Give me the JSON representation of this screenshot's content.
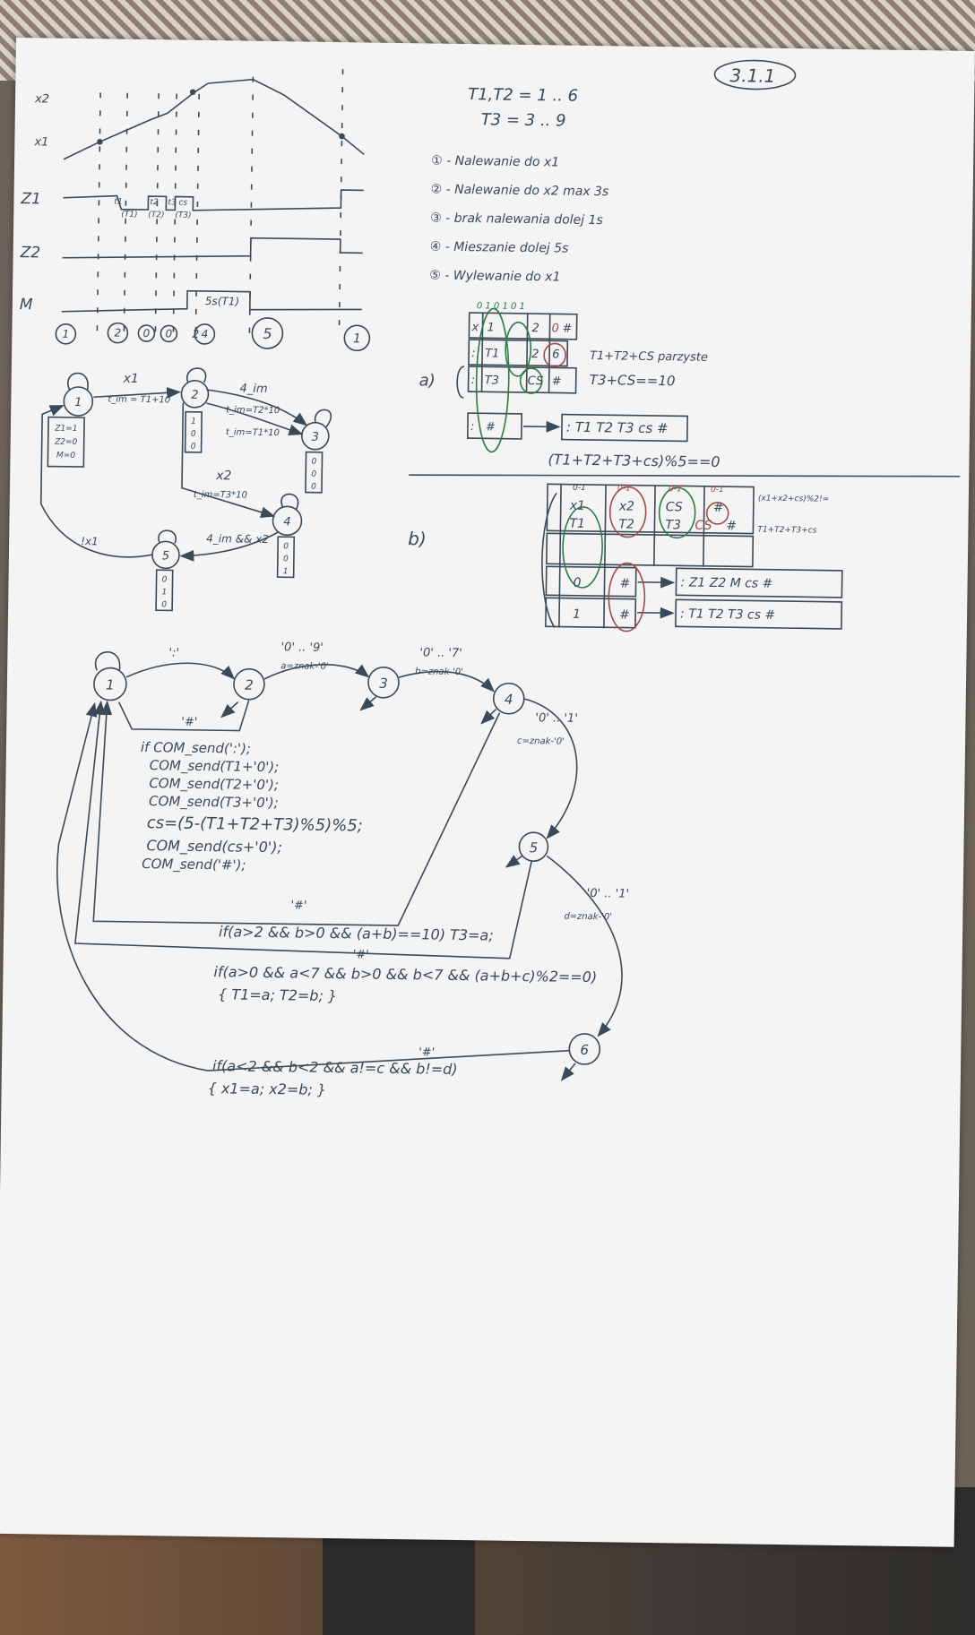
{
  "page_number": "3.1.1",
  "timing_diagram": {
    "signal_labels": [
      "x2",
      "x1",
      "Z1",
      "Z2",
      "M"
    ],
    "z1_annotations": [
      "t1",
      "(T1)",
      "t2",
      "(T2)",
      "t3",
      "cs",
      "(T3)"
    ],
    "m_annotation": "5s(T1)",
    "state_sequence": [
      "1",
      "2",
      "0",
      "0",
      "2",
      "4",
      "5",
      "1"
    ]
  },
  "legend": {
    "ranges": [
      "T1,T2 = 1 .. 6",
      "T3 = 3 .. 9"
    ],
    "items": [
      "① - Nalewanie do x1",
      "② - Nalewanie do x2 max 3s",
      "③ - brak nalewania dolej 1s",
      "④ - Mieszanie dolej 5s",
      "⑤ - Wylewanie do x1"
    ]
  },
  "state_graph_top": {
    "states": [
      "1",
      "2",
      "3",
      "4",
      "5"
    ],
    "edges": [
      "x1",
      "t_im = T1+10",
      "4_im",
      "t_im=T2*10",
      "t_im=T1*10",
      "x2",
      "t_im=T3*10",
      "4_im && x2",
      "!x1"
    ],
    "outputs_1": [
      "Z1=1",
      "Z2=0",
      "M=0"
    ],
    "outputs_2": [
      "1",
      "0",
      "0"
    ],
    "outputs_3": [
      "0",
      "0",
      "0"
    ],
    "outputs_4": [
      "0",
      "0",
      "1"
    ],
    "outputs_5": [
      "0",
      "1",
      "0"
    ]
  },
  "frames_a": {
    "label": "a)",
    "header_digits": "0 1 0 1 0 1",
    "rows": [
      [
        "x",
        "1",
        "2",
        "0",
        "#"
      ],
      [
        ":",
        "T1",
        "2",
        "6",
        ""
      ],
      [
        ":",
        "T3",
        "CS",
        "#",
        ""
      ],
      [
        ":",
        "#",
        "",
        "",
        ""
      ]
    ],
    "notes": [
      "T1+T2+CS parzyste",
      "T3+CS==10"
    ],
    "output_frame": ": T1 T2 T3 cs #",
    "checksum": "(T1+T2+T3+cs)%5==0"
  },
  "frames_b": {
    "label": "b)",
    "header_top": [
      "0-1",
      "0-1",
      "0-1",
      "0-1"
    ],
    "row1": [
      "x1",
      "x2",
      "CS",
      "#"
    ],
    "row2": [
      "T1",
      "T2",
      "T3",
      "CS",
      "#"
    ],
    "row3": [
      "0",
      "#"
    ],
    "row4": [
      "1",
      "#"
    ],
    "notes": [
      "(x1+x2+cs)%2!=",
      "T1+T2+T3+cs"
    ],
    "output_b1": ": Z1 Z2 M cs #",
    "output_b2": ": T1 T2 T3 cs #"
  },
  "parser_graph": {
    "states": [
      "1",
      "2",
      "3",
      "4",
      "5",
      "6"
    ],
    "edges": [
      "':'",
      "'0' .. '9'",
      "a=znak-'0'",
      "'0' .. '7'",
      "b=znak-'0'",
      "'0' .. '1'",
      "c=znak-'0'",
      "'0' .. '1'",
      "d=znak-'0'",
      "'#'",
      "'#'",
      "'#'",
      "'#'"
    ],
    "code_lines": [
      "if COM_send(':');",
      "COM_send(T1+'0');",
      "COM_send(T2+'0');",
      "COM_send(T3+'0');",
      "cs=(5-(T1+T2+T3)%5)%5;",
      "COM_send(cs+'0');",
      "COM_send('#');"
    ],
    "cond_3": "if(a>2 && b>0 && (a+b)==10) T3=a;",
    "cond_4a": "if(a>0 && a<7 && b>0 && b<7 && (a+b+c)%2==0)",
    "cond_4b": "{ T1=a; T2=b; }",
    "cond_6a": "if(a<2 && b<2 && a!=c && b!=d)",
    "cond_6b": "{ x1=a; x2=b; }"
  }
}
